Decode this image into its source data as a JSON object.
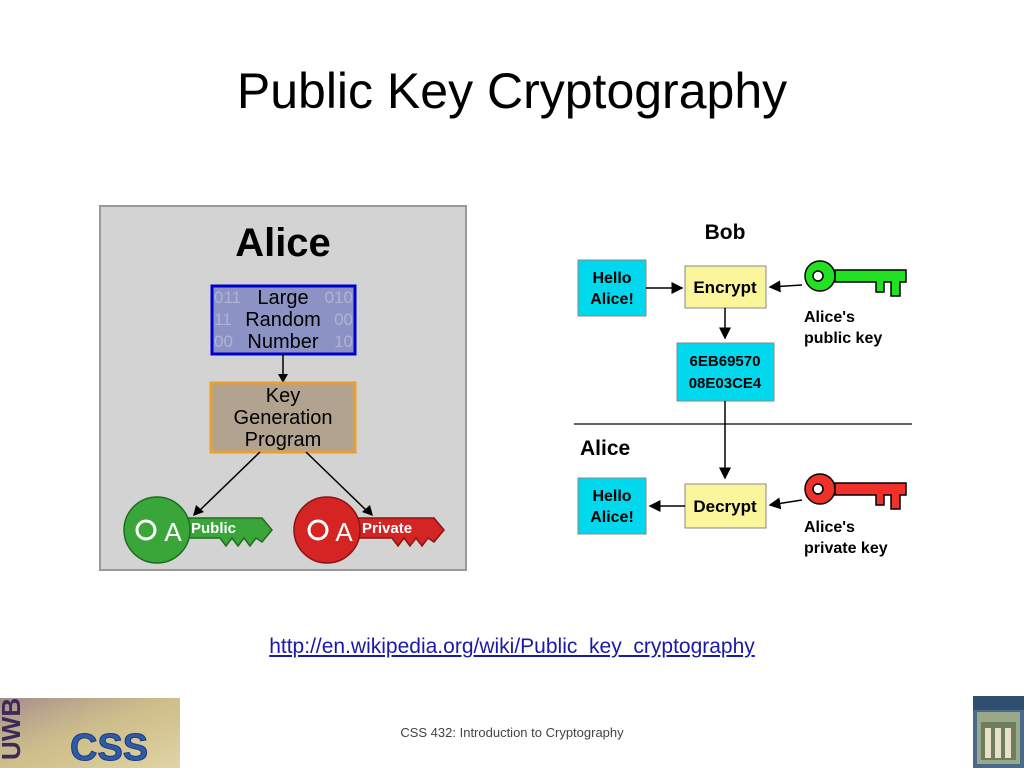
{
  "slide": {
    "title": "Public Key Cryptography",
    "link": "http://en.wikipedia.org/wiki/Public_key_cryptography",
    "footer": "CSS 432: Introduction to Cryptography"
  },
  "keygen": {
    "person": "Alice",
    "random_lines": [
      "Large",
      "Random",
      "Number"
    ],
    "binary_left": [
      "011",
      "11",
      "00"
    ],
    "binary_right": [
      "010",
      "00",
      "10"
    ],
    "program_lines": [
      "Key",
      "Generation",
      "Program"
    ],
    "public_label": "Public",
    "private_label": "Private",
    "key_letter": "A"
  },
  "flow": {
    "bob_label": "Bob",
    "alice_label": "Alice",
    "message_lines": [
      "Hello",
      "Alice!"
    ],
    "encrypt_label": "Encrypt",
    "decrypt_label": "Decrypt",
    "ciphertext_lines": [
      "6EB69570",
      "08E03CE4"
    ],
    "public_key_lines": [
      "Alice's",
      "public key"
    ],
    "private_key_lines": [
      "Alice's",
      "private key"
    ]
  },
  "logo": {
    "letters": "UWB",
    "css": "CSS"
  },
  "colors": {
    "panel_bg": "#d3d3d3",
    "random_border": "#0000cc",
    "program_border": "#e8a030",
    "public_key": "#3aa63a",
    "private_key": "#d42424",
    "message_box": "#00d8ee",
    "process_box": "#fbf59c",
    "cipher_box": "#00d8ee",
    "flow_public_key": "#22e022",
    "flow_private_key": "#f0302a"
  }
}
